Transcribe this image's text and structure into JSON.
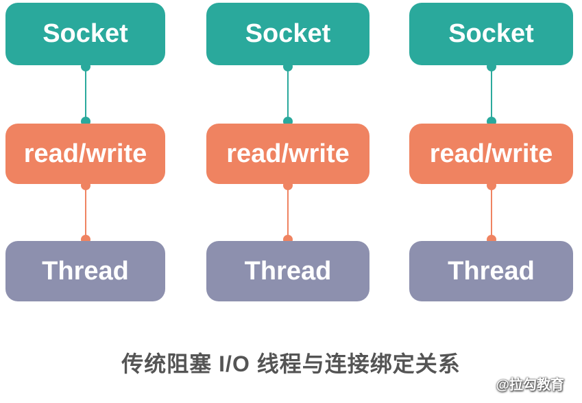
{
  "diagram": {
    "title": "传统阻塞 I/O 线程与连接绑定关系",
    "watermark": "@拉勾教育",
    "columns": [
      {
        "boxes": [
          {
            "label": "Socket"
          },
          {
            "label": "read/write"
          },
          {
            "label": "Thread"
          }
        ]
      },
      {
        "boxes": [
          {
            "label": "Socket"
          },
          {
            "label": "read/write"
          },
          {
            "label": "Thread"
          }
        ]
      },
      {
        "boxes": [
          {
            "label": "Socket"
          },
          {
            "label": "read/write"
          },
          {
            "label": "Thread"
          }
        ]
      }
    ],
    "colors": {
      "socket_box": "#2aa99c",
      "readwrite_box": "#ef8361",
      "thread_box": "#8d90ae",
      "caption_text": "#545454",
      "watermark_text": "#ffffff"
    }
  }
}
